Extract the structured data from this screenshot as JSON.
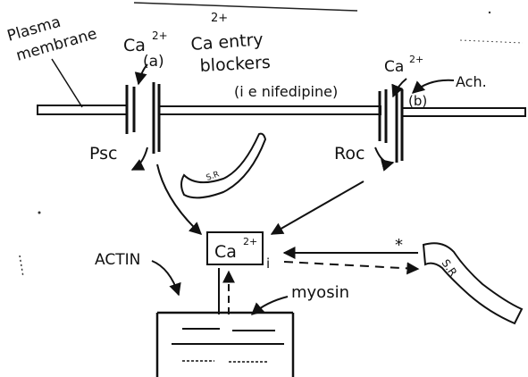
{
  "labels": {
    "plasma_membrane_line1": "Plasma",
    "plasma_membrane_line2": "membrane",
    "ca_left": "Ca",
    "ca_left_sup": "2+",
    "label_a": "(a)",
    "blockers_sup": "2+",
    "blockers_line1": "Ca entry",
    "blockers_line2": "blockers",
    "nifedipine": "(i e nifedipine)",
    "ca_right": "Ca",
    "ca_right_sup": "2+",
    "ach": "Ach.",
    "label_b": "(b)",
    "psc": "Psc",
    "roc": "Roc",
    "sr_left": "S.R",
    "ca_center": "Ca",
    "ca_center_sup": "2+",
    "ca_center_sub": "i",
    "star": "*",
    "sr_right": "S.R",
    "actin": "ACTIN",
    "myosin": "myosin"
  },
  "colors": {
    "ink": "#111111",
    "paper": "#ffffff"
  }
}
